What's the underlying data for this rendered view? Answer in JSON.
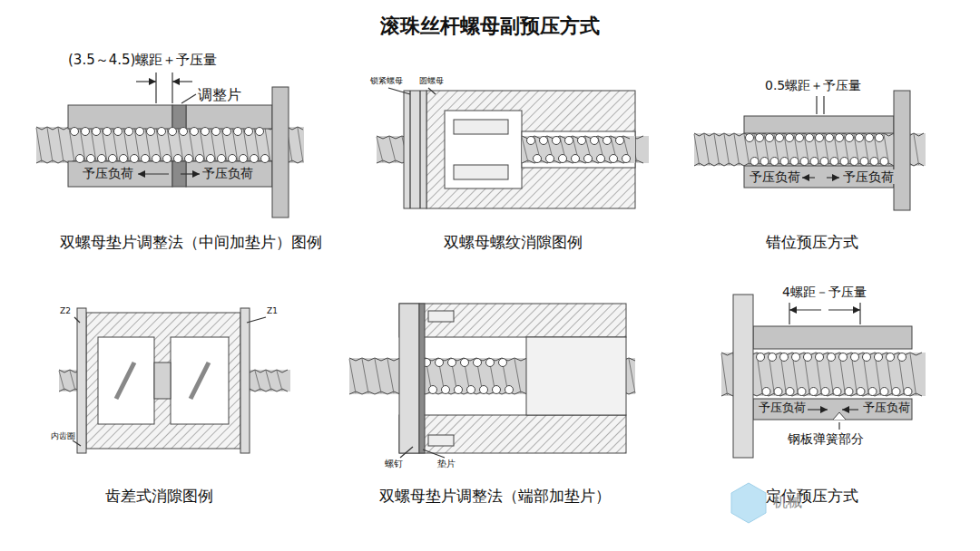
{
  "diagram": {
    "title": "滚珠丝杆螺母副预压方式",
    "labels": [
      "(3.5～4.5)螺距＋予压量",
      "调整片",
      "予压负荷",
      "予压负荷",
      "双螺母垫片调整法（中间加垫片）图例",
      "锁紧螺母",
      "圆螺母",
      "双螺母螺纹消隙图例",
      "0.5螺距＋予压量",
      "予压负荷",
      "予压负荷",
      "错位预压方式",
      "Z2",
      "Z1",
      "内齿圈",
      "齿差式消隙图例",
      "螺钉",
      "垫片",
      "双螺母垫片调整法（端部加垫片）",
      "4螺距－予压量",
      "予压负荷",
      "予压负荷",
      "钢板弹簧部分",
      "定位预压方式",
      "机械"
    ]
  }
}
